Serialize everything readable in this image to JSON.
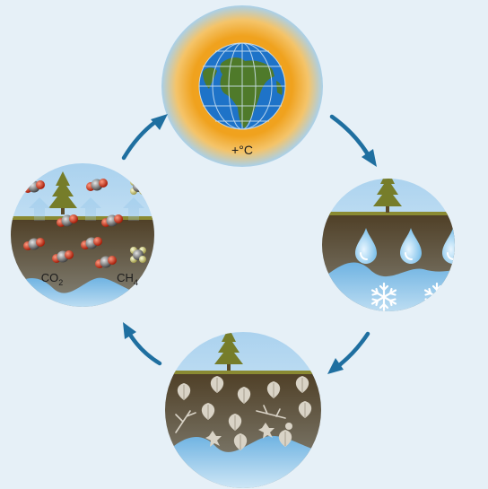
{
  "warming": {
    "label": "+°C"
  },
  "gases": {
    "co2": "CO",
    "co2_sub": "2",
    "ch4": "CH",
    "ch4_sub": "4"
  },
  "colors": {
    "background": "#e6f0f7",
    "sky": "#bcdcf1",
    "soil": "#5b4c32",
    "grass": "#8a8a32",
    "permafrost": "#8fc3e6",
    "arrow": "#1f6fa0",
    "tree": "#767d2a",
    "halo_orange": "#f0a21e",
    "ocean": "#1e73c8",
    "land": "#4f7a2a"
  },
  "stages": [
    {
      "id": "warming",
      "icons": [
        "globe-icon"
      ]
    },
    {
      "id": "thaw",
      "icons": [
        "tree-icon",
        "water-drop-icon",
        "snowflake-icon"
      ]
    },
    {
      "id": "decomposition",
      "icons": [
        "tree-icon",
        "leaf-icon",
        "organic-matter-icon"
      ]
    },
    {
      "id": "emission",
      "icons": [
        "tree-icon",
        "co2-molecule-icon",
        "ch4-molecule-icon",
        "up-arrow-icon"
      ]
    }
  ]
}
